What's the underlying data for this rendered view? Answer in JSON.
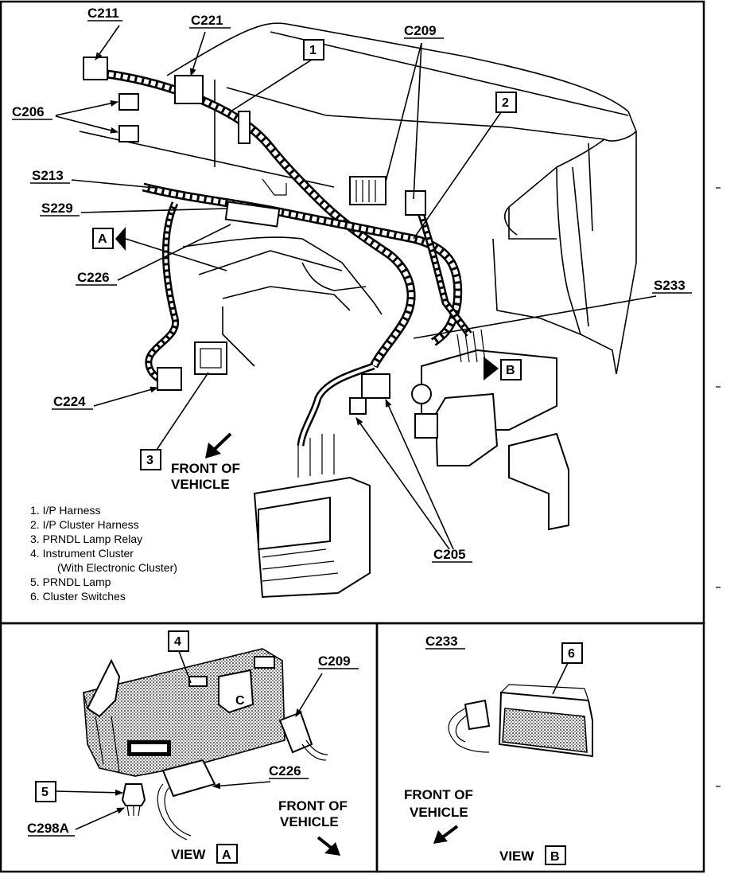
{
  "connector_labels": {
    "c211": "C211",
    "c221": "C221",
    "c209_main": "C209",
    "c206": "C206",
    "s213": "S213",
    "s229": "S229",
    "c226_main": "C226",
    "s233": "S233",
    "c224": "C224",
    "c205": "C205",
    "c209_view": "C209",
    "c226_view": "C226",
    "c298a": "C298A",
    "c233": "C233"
  },
  "callout_numbers": {
    "n1": "1",
    "n2": "2",
    "n3": "3",
    "n4": "4",
    "n5": "5",
    "n6": "6"
  },
  "view_markers": {
    "a_arrow": "A",
    "b_arrow": "B"
  },
  "front_of_vehicle": {
    "line1": "FRONT OF",
    "line2": "VEHICLE"
  },
  "legend": [
    "1.  I/P Harness",
    "2.  I/P Cluster Harness",
    "3.  PRNDL Lamp Relay",
    "4.  Instrument Cluster",
    "(With Electronic Cluster)",
    "5.  PRNDL Lamp",
    "6.  Cluster Switches"
  ],
  "views": {
    "view_word": "VIEW",
    "a": "A",
    "b": "B"
  }
}
